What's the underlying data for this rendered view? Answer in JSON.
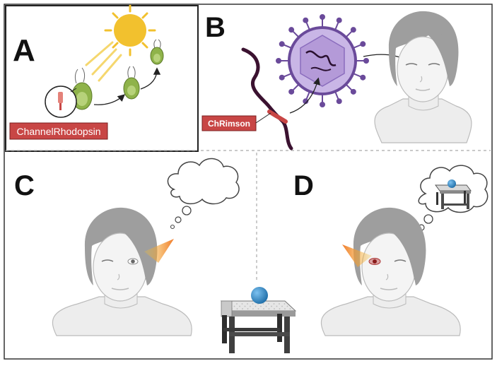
{
  "panels": {
    "a": {
      "letter": "A",
      "gene_label": "ChannelRhodopsin"
    },
    "b": {
      "letter": "B",
      "gene_label": "ChRimson"
    },
    "c": {
      "letter": "C"
    },
    "d": {
      "letter": "D"
    }
  },
  "colors": {
    "border": "#333333",
    "label_fill": "#c84645",
    "label_stroke": "#7a1f1f",
    "sun": "#f2c12e",
    "algae": "#8fb34a",
    "virus": "#b7a0d8",
    "virus_stroke": "#6a4a9a",
    "dna": "#3b1230",
    "light_beam": "#f07a2a",
    "ball": "#2f86c6",
    "table": "#4a4a4a",
    "skin": "#f2f2f2",
    "hair": "#9e9e9e"
  },
  "icons": [
    "sun-icon",
    "algae-cell-icon",
    "virus-icon",
    "dna-strand-icon",
    "face-icon",
    "thought-bubble-icon",
    "light-beam-icon",
    "table-icon",
    "ball-icon",
    "arrow-icon"
  ]
}
